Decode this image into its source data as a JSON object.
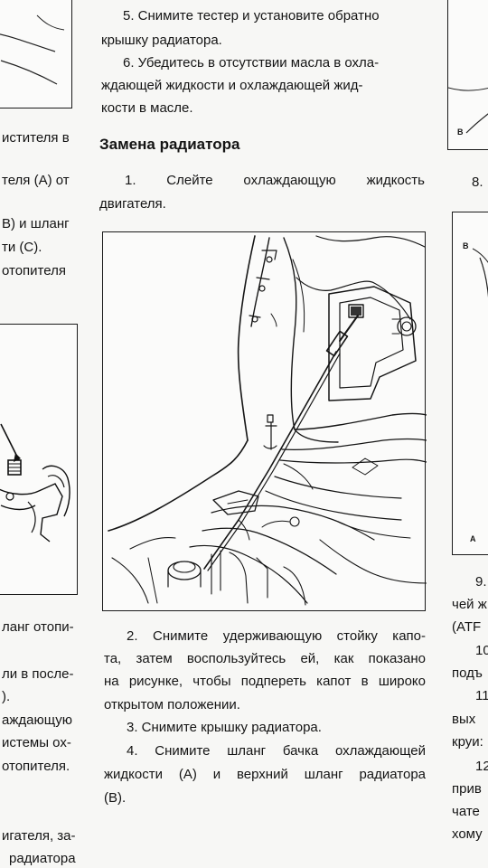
{
  "left_column": {
    "fragments": [
      "истителя в",
      "теля (A) от",
      "В) и шланг",
      "ти (С).",
      "отопителя",
      "ланг отопи-",
      "ли в после-",
      ").",
      "аждающую",
      "истемы ох-",
      "отопителя.",
      "игателя, за-",
      "радиатора"
    ]
  },
  "center_column": {
    "lines_top": [
      "5. Снимите тестер и установите обратно",
      "крышку радиатора.",
      "6. Убедитесь в отсутствии масла в охла-",
      "ждающей жидкости и охлаждающей жид-",
      "кости в масле."
    ],
    "heading": "Замена радиатора",
    "step1": [
      "1. Слейте охлаждающую жидкость",
      "двигателя."
    ],
    "lines_bottom": [
      "2. Снимите удерживающую стойку капо-",
      "та, затем воспользуйтесь ей, как показано",
      "на рисунке, чтобы подпереть капот в широко",
      "открытом положении.",
      "3. Снимите крышку радиатора.",
      "4. Снимите шланг бачка охлаждающей",
      "жидкости (А) и верхний шланг радиатора",
      "(В)."
    ]
  },
  "right_column": {
    "fig_label_top_b": "B",
    "step8": "8.",
    "fig_label_b": "B",
    "fig_label_a": "A",
    "fragments": [
      "9.",
      "чей ж",
      "(ATF",
      "10",
      "подъ",
      "11",
      "вых",
      "круи:",
      "12",
      "прив",
      "чате",
      "хому"
    ]
  }
}
